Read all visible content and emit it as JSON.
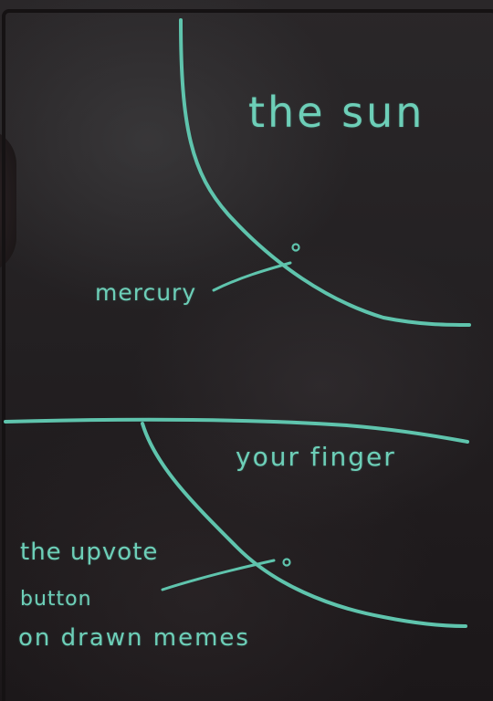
{
  "panels": {
    "top": {
      "big_label": "the sun",
      "small_label": "mercury"
    },
    "bottom": {
      "big_label": "your finger",
      "small_label_line1": "the upvote",
      "small_label_line2": "button",
      "small_label_line3": "on drawn memes"
    }
  },
  "colors": {
    "chalk": "#5fc4ad",
    "board": "#242123"
  }
}
